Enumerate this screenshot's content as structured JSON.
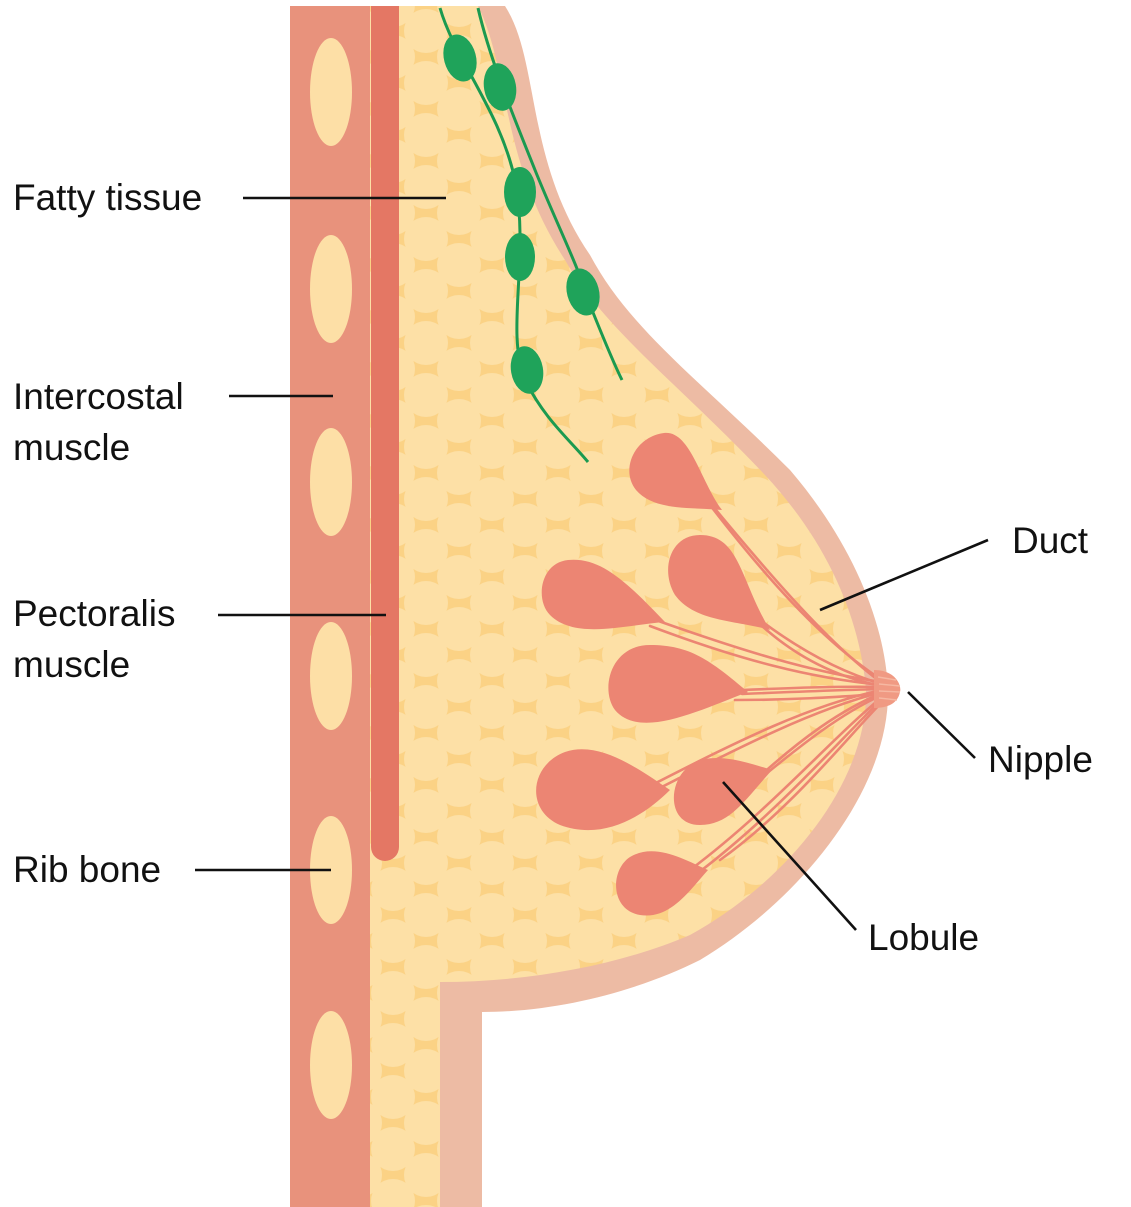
{
  "diagram": {
    "labels": {
      "fatty_tissue": "Fatty tissue",
      "intercostal_line1": "Intercostal",
      "intercostal_line2": "muscle",
      "pectoralis_line1": "Pectoralis",
      "pectoralis_line2": "muscle",
      "rib_bone": "Rib bone",
      "duct": "Duct",
      "nipple": "Nipple",
      "lobule": "Lobule"
    },
    "colors": {
      "chest_wall": "#E8927C",
      "pectoralis_band": "#E47764",
      "rib_bone": "#FDDFA6",
      "skin": "#EDBBA4",
      "fat_base": "#FBD285",
      "fat_globule": "#FDE0A6",
      "lymph_node": "#1FA35A",
      "lymph_vessel": "#1B9A50",
      "lobule": "#EC8573",
      "duct": "#EC8573",
      "nipple": "#F09A83"
    }
  }
}
